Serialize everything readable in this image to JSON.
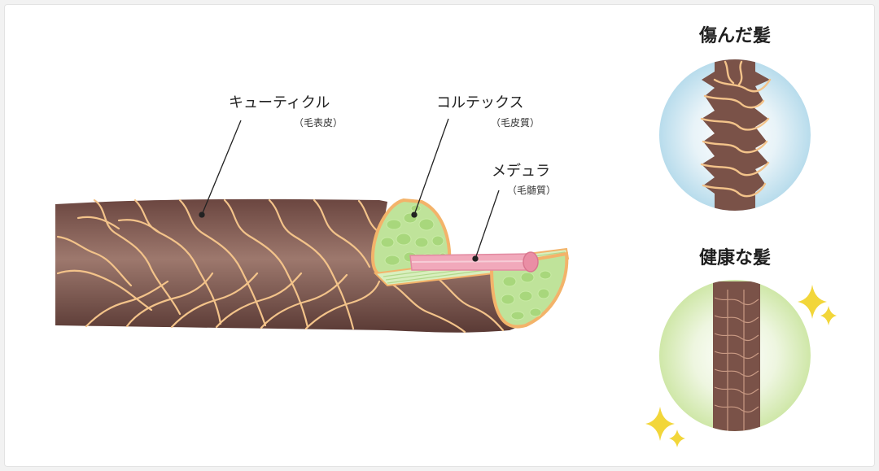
{
  "labels": {
    "cuticle": "キューティクル",
    "cuticle_sub": "（毛表皮）",
    "cortex": "コルテックス",
    "cortex_sub": "（毛皮質）",
    "medulla": "メデュラ",
    "medulla_sub": "（毛髄質）"
  },
  "panels": {
    "damaged_title": "傷んだ髪",
    "healthy_title": "健康な髪"
  },
  "colors": {
    "hair_dark": "#6e4a44",
    "hair_light": "#a17c72",
    "cuticle_edge": "#f3c38a",
    "cortex_green": "#b9df8c",
    "cortex_cell": "#9bcf6c",
    "medulla_pink": "#ef9fb3",
    "damaged_bg": "#bfe0ee",
    "healthy_bg": "#d8ecb8",
    "sparkle": "#f2d63a"
  }
}
